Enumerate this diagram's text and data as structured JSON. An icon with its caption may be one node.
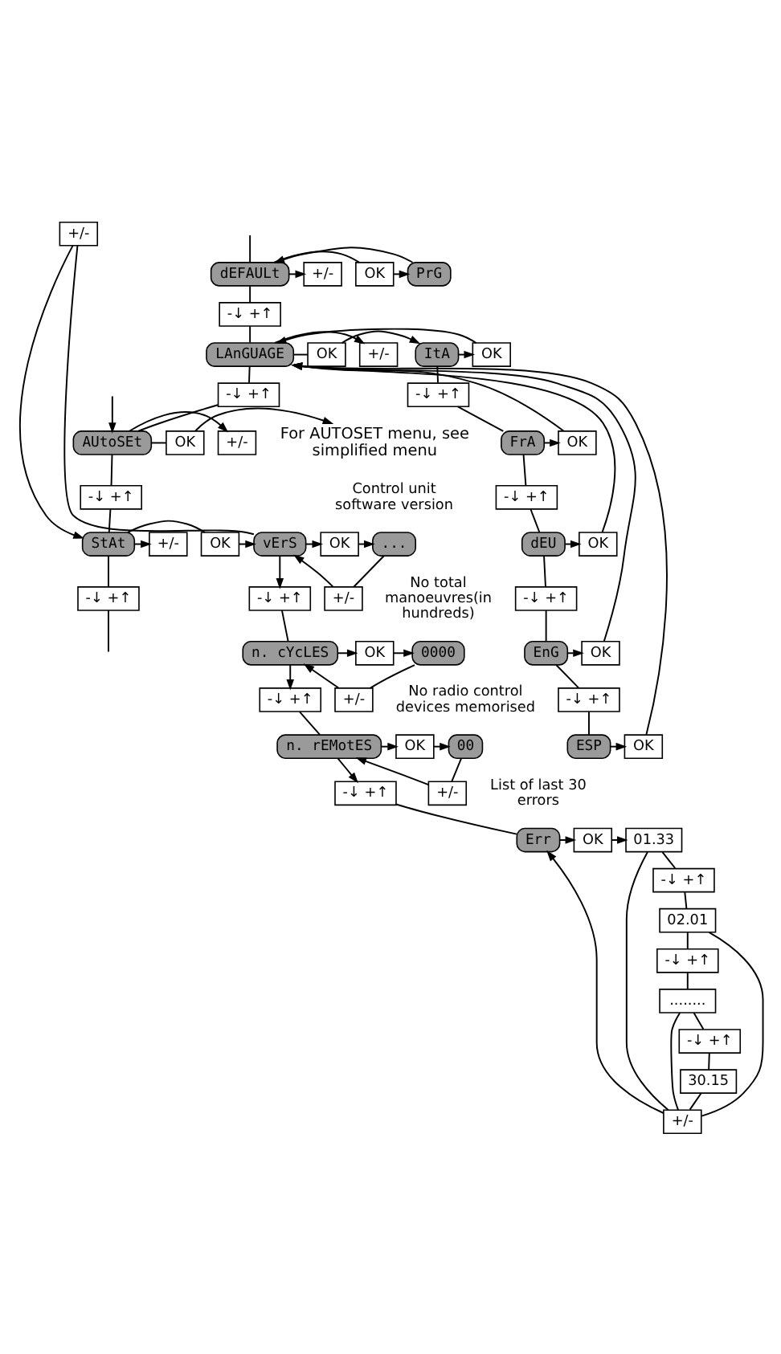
{
  "diagram": {
    "nodes": [
      {
        "text": [
          "dEFAULt"
        ]
      },
      {
        "text": [
          "OK"
        ]
      },
      {
        "text": [
          "PrG"
        ]
      },
      {
        "text": [
          "+/-"
        ]
      },
      {
        "text": [
          "-↓ +↑"
        ]
      },
      {
        "text": [
          "LAnGUAGE"
        ]
      },
      {
        "text": [
          "OK"
        ]
      },
      {
        "text": [
          "ItA"
        ]
      },
      {
        "text": [
          "OK"
        ]
      },
      {
        "text": [
          "-↓ +↑"
        ]
      },
      {
        "text": [
          "FrA"
        ]
      },
      {
        "text": [
          "OK"
        ]
      },
      {
        "text": [
          "-↓ +↑"
        ]
      },
      {
        "text": [
          "dEU"
        ]
      },
      {
        "text": [
          "OK"
        ]
      },
      {
        "text": [
          "-↓ +↑"
        ]
      },
      {
        "text": [
          "EnG"
        ]
      },
      {
        "text": [
          "OK"
        ]
      },
      {
        "text": [
          "-↓ +↑"
        ]
      },
      {
        "text": [
          "ESP"
        ]
      },
      {
        "text": [
          "OK"
        ]
      },
      {
        "text": [
          "+/-"
        ]
      },
      {
        "text": [
          "-↓ +↑"
        ]
      },
      {
        "text": [
          "AUtoSEt"
        ]
      },
      {
        "text": [
          "OK"
        ]
      },
      {
        "text": [
          "For AUTOSET menu, see simplified menu"
        ]
      },
      {
        "text": [
          "+/-"
        ]
      },
      {
        "text": [
          "-↓ +↑"
        ]
      },
      {
        "text": [
          "+/-"
        ]
      },
      {
        "text": [
          "StAt"
        ]
      },
      {
        "text": [
          "OK"
        ]
      },
      {
        "text": [
          "vErS"
        ]
      },
      {
        "text": [
          "OK"
        ]
      },
      {
        "text": [
          "..."
        ],
        "beside": [
          "Control unit software version"
        ]
      },
      {
        "text": [
          "+/-"
        ]
      },
      {
        "text": [
          "-↓ +↑"
        ]
      },
      {
        "text": [
          "n. cYcLES"
        ]
      },
      {
        "text": [
          "OK"
        ]
      },
      {
        "text": [
          "0000"
        ],
        "beside": [
          "No total manoeuvres(in hundreds)"
        ]
      },
      {
        "text": [
          "+/-"
        ]
      },
      {
        "text": [
          "-↓ +↑"
        ]
      },
      {
        "text": [
          "n. rEMotES"
        ]
      },
      {
        "text": [
          "OK"
        ]
      },
      {
        "text": [
          "00"
        ],
        "beside": [
          "No radio control devices memorised"
        ]
      },
      {
        "text": [
          "+/-"
        ]
      },
      {
        "text": [
          "-↓ +↑"
        ]
      },
      {
        "text": [
          "Err"
        ],
        "beside": [
          "List of last 30 errors"
        ]
      },
      {
        "text": [
          "OK"
        ]
      },
      {
        "text": [
          "01.33"
        ]
      },
      {
        "text": [
          "-↓ +↑"
        ]
      },
      {
        "text": [
          "02.01"
        ]
      },
      {
        "text": [
          "-↓ +↑"
        ]
      },
      {
        "text": [
          "........"
        ]
      },
      {
        "text": [
          "-↓ +↑"
        ]
      },
      {
        "text": [
          "30.15"
        ]
      },
      {
        "text": [
          "+/-"
        ]
      },
      {
        "text": [
          "+/-"
        ]
      },
      {
        "text": [
          "-↓ +↑"
        ]
      }
    ],
    "edges": [
      {
        "from": null,
        "to": 0,
        "arrow": "none"
      },
      {
        "from": 0,
        "to": 1,
        "arrow": "none"
      },
      {
        "from": 1,
        "to": 2,
        "arrow": "to"
      },
      {
        "from": 2,
        "to": 0,
        "arrow": "to"
      },
      {
        "from": 0,
        "to": 3,
        "arrow": "to"
      },
      {
        "from": 0,
        "to": 4,
        "arrow": "none"
      },
      {
        "from": 4,
        "to": 5,
        "arrow": "none"
      },
      {
        "from": 5,
        "to": 6,
        "arrow": "none"
      },
      {
        "from": 6,
        "to": 7,
        "arrow": "to"
      },
      {
        "from": 7,
        "to": 8,
        "arrow": "to"
      },
      {
        "from": 7,
        "to": 9,
        "arrow": "none"
      },
      {
        "from": 9,
        "to": 10,
        "arrow": "none"
      },
      {
        "from": 10,
        "to": 11,
        "arrow": "to"
      },
      {
        "from": 10,
        "to": 12,
        "arrow": "none"
      },
      {
        "from": 12,
        "to": 13,
        "arrow": "none"
      },
      {
        "from": 13,
        "to": 14,
        "arrow": "to"
      },
      {
        "from": 13,
        "to": 15,
        "arrow": "none"
      },
      {
        "from": 15,
        "to": 16,
        "arrow": "none"
      },
      {
        "from": 16,
        "to": 17,
        "arrow": "to"
      },
      {
        "from": 16,
        "to": 18,
        "arrow": "none"
      },
      {
        "from": 18,
        "to": 19,
        "arrow": "none"
      },
      {
        "from": 19,
        "to": 20,
        "arrow": "to"
      },
      {
        "from": 8,
        "to": 5,
        "arrow": "to"
      },
      {
        "from": 11,
        "to": 5,
        "arrow": "to"
      },
      {
        "from": 14,
        "to": 5,
        "arrow": "to"
      },
      {
        "from": 17,
        "to": 5,
        "arrow": "to"
      },
      {
        "from": 20,
        "to": 5,
        "arrow": "to"
      },
      {
        "from": 5,
        "to": 21,
        "arrow": "to"
      },
      {
        "from": 5,
        "to": 22,
        "arrow": "none"
      },
      {
        "from": 22,
        "to": 23,
        "arrow": "none"
      },
      {
        "from": 23,
        "to": 24,
        "arrow": "none"
      },
      {
        "from": 24,
        "to": 25,
        "arrow": "to"
      },
      {
        "from": null,
        "to": 23,
        "arrow": "to"
      },
      {
        "from": 23,
        "to": 26,
        "arrow": "to"
      },
      {
        "from": 23,
        "to": 27,
        "arrow": "none"
      },
      {
        "from": 27,
        "to": 29,
        "arrow": "none"
      },
      {
        "from": 31,
        "to": 28,
        "arrow": "none"
      },
      {
        "from": 28,
        "to": 29,
        "arrow": "to"
      },
      {
        "from": 29,
        "to": 30,
        "arrow": "none"
      },
      {
        "from": 30,
        "to": 31,
        "arrow": "to"
      },
      {
        "from": 31,
        "to": 32,
        "arrow": "to"
      },
      {
        "from": 32,
        "to": 33,
        "arrow": "to"
      },
      {
        "from": 33,
        "to": 34,
        "arrow": "none"
      },
      {
        "from": 34,
        "to": 31,
        "arrow": "to"
      },
      {
        "from": 31,
        "to": 35,
        "arrow": "to"
      },
      {
        "from": 35,
        "to": 36,
        "arrow": "none"
      },
      {
        "from": 36,
        "to": 37,
        "arrow": "to"
      },
      {
        "from": 37,
        "to": 38,
        "arrow": "to"
      },
      {
        "from": 38,
        "to": 39,
        "arrow": "none"
      },
      {
        "from": 39,
        "to": 36,
        "arrow": "to"
      },
      {
        "from": 36,
        "to": 40,
        "arrow": "to"
      },
      {
        "from": 40,
        "to": 41,
        "arrow": "none"
      },
      {
        "from": 41,
        "to": 42,
        "arrow": "to"
      },
      {
        "from": 42,
        "to": 43,
        "arrow": "to"
      },
      {
        "from": 43,
        "to": 44,
        "arrow": "none"
      },
      {
        "from": 44,
        "to": 41,
        "arrow": "to"
      },
      {
        "from": 41,
        "to": 45,
        "arrow": "to"
      },
      {
        "from": 45,
        "to": 46,
        "arrow": "none"
      },
      {
        "from": 46,
        "to": 47,
        "arrow": "to"
      },
      {
        "from": 47,
        "to": 48,
        "arrow": "to"
      },
      {
        "from": 48,
        "to": 49,
        "arrow": "none"
      },
      {
        "from": 49,
        "to": 50,
        "arrow": "none"
      },
      {
        "from": 50,
        "to": 51,
        "arrow": "none"
      },
      {
        "from": 51,
        "to": 52,
        "arrow": "none"
      },
      {
        "from": 52,
        "to": 53,
        "arrow": "none"
      },
      {
        "from": 53,
        "to": 54,
        "arrow": "none"
      },
      {
        "from": 48,
        "to": 55,
        "arrow": "none"
      },
      {
        "from": 50,
        "to": 55,
        "arrow": "none"
      },
      {
        "from": 52,
        "to": 55,
        "arrow": "none"
      },
      {
        "from": 54,
        "to": 55,
        "arrow": "none"
      },
      {
        "from": 55,
        "to": 46,
        "arrow": "to"
      },
      {
        "from": 29,
        "to": 56,
        "arrow": "to"
      },
      {
        "from": 29,
        "to": 57,
        "arrow": "none"
      },
      {
        "from": 57,
        "to": null,
        "arrow": "none"
      }
    ]
  }
}
